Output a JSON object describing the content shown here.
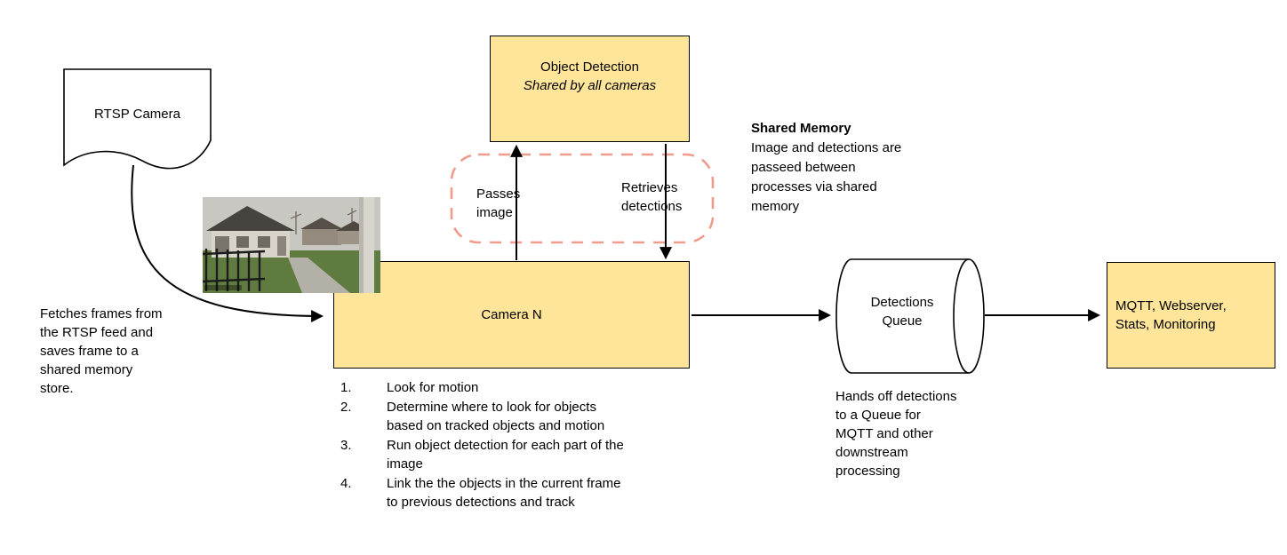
{
  "colors": {
    "box_fill": "#FFE599",
    "box_border": "#000000",
    "shared_memory_dash": "#F09C8D",
    "arrow": "#000000"
  },
  "nodes": {
    "rtsp_camera": {
      "label": "RTSP Camera"
    },
    "object_detection": {
      "title": "Object Detection",
      "subtitle": "Shared by all cameras"
    },
    "camera_n": {
      "label": "Camera N"
    },
    "detections_queue": {
      "label": "Detections Queue"
    },
    "outputs": {
      "label": "MQTT, Webserver,\nStats, Monitoring"
    }
  },
  "edge_labels": {
    "passes_image": "Passes\nimage",
    "retrieves_detections": "Retrieves\ndetections"
  },
  "notes": {
    "fetch": "Fetches frames from\nthe RTSP feed and\nsaves frame to a\nshared memory\nstore.",
    "shared_memory_title": "Shared Memory",
    "shared_memory_body": "Image and detections are\npasseed between\nprocesses via shared\nmemory",
    "queue_handoff": "Hands off detections\nto a Queue for\nMQTT and other\ndownstream\nprocessing"
  },
  "camera_steps": [
    "Look for motion",
    "Determine where to look for objects\nbased on tracked objects and motion",
    "Run object detection for each part of the\nimage",
    "Link the the objects in the current frame\nto previous detections and track"
  ],
  "snapshot": {
    "alt": "RTSP camera snapshot of house, yard, fence and walkway"
  }
}
